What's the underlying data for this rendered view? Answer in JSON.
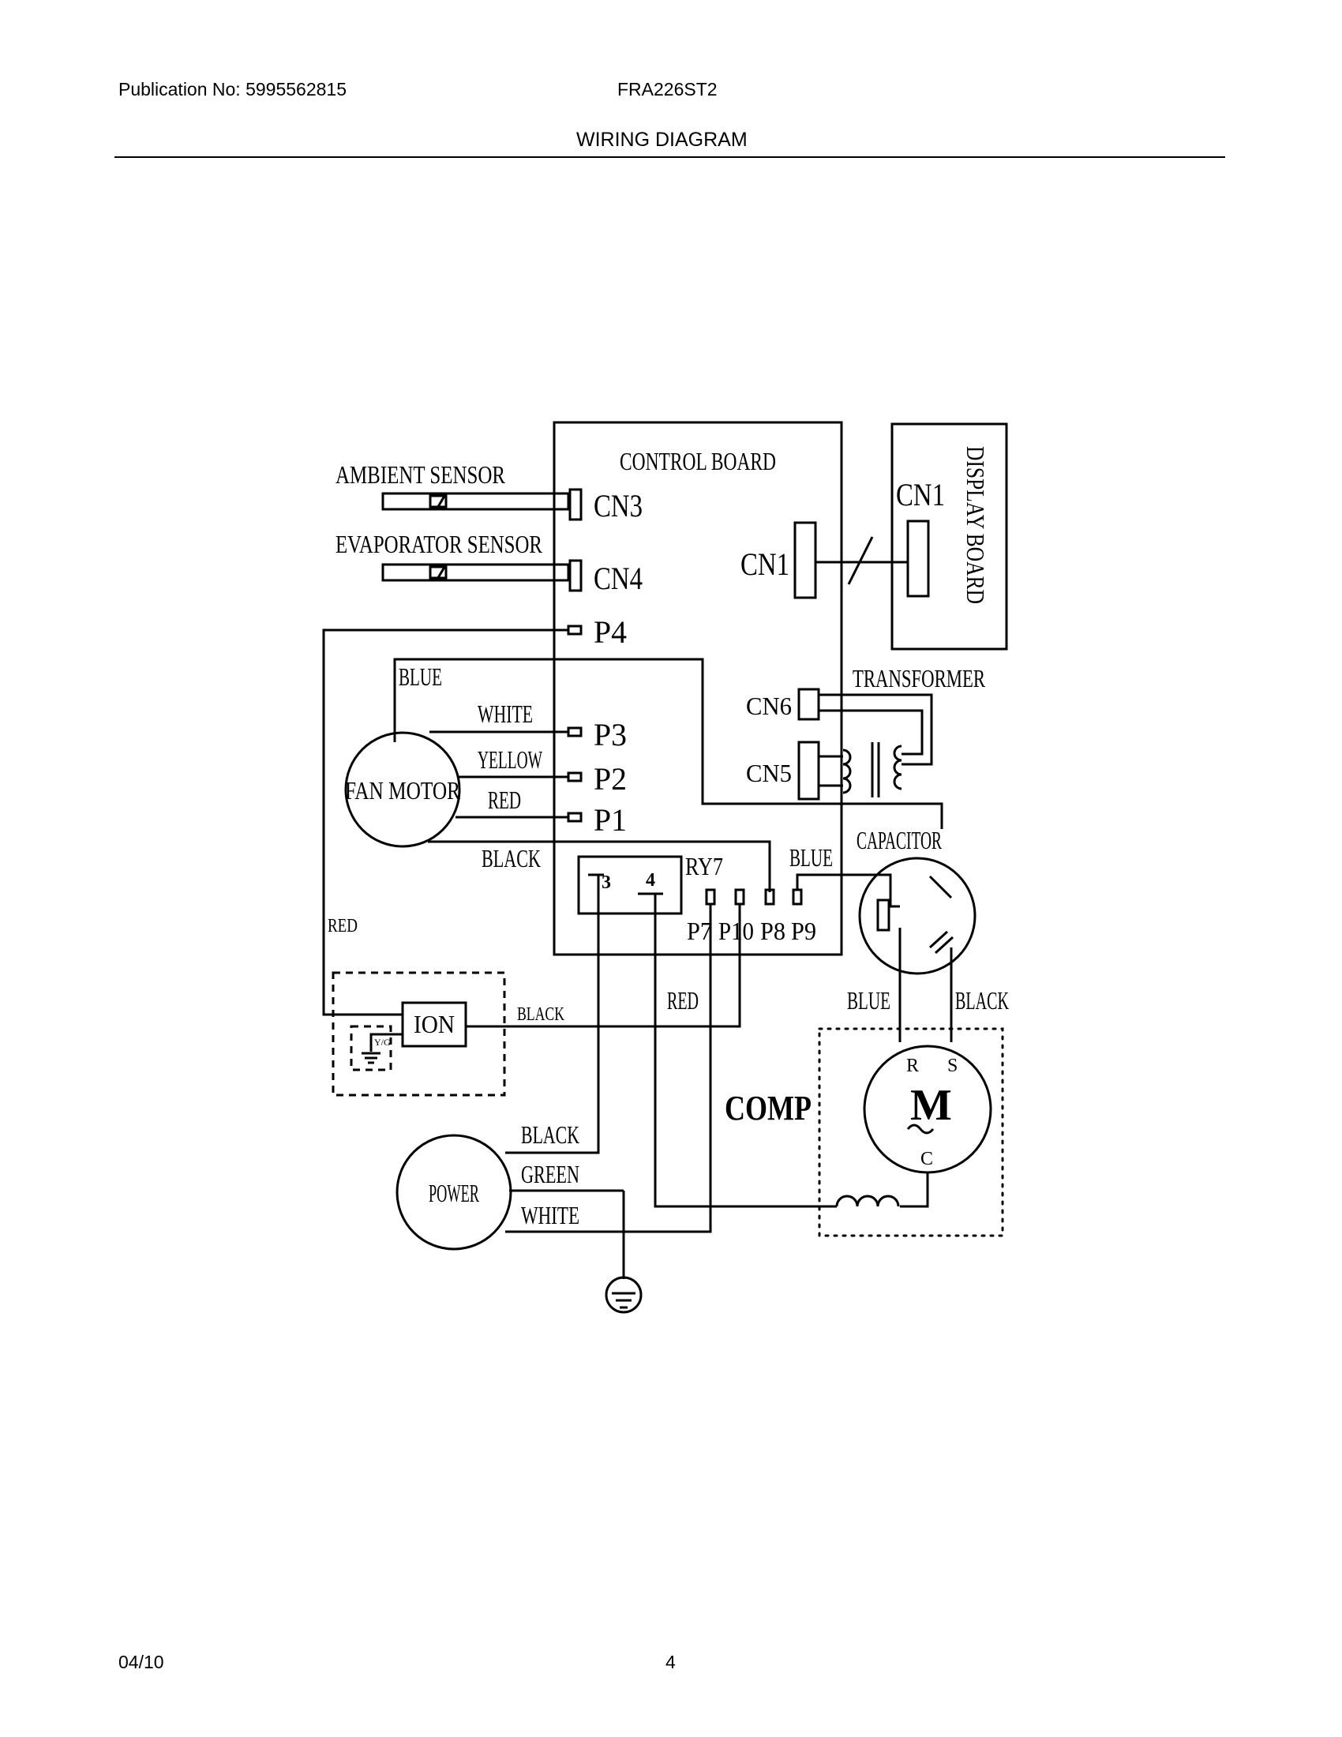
{
  "header": {
    "publication": "Publication No: 5995562815",
    "model": "FRA226ST2",
    "title": "WIRING DIAGRAM"
  },
  "footer": {
    "date": "04/10",
    "page": "4"
  },
  "diagram": {
    "control_board": "CONTROL BOARD",
    "display_board": "DISPLAY BOARD",
    "display_cn1": "CN1",
    "ambient_sensor": "AMBIENT SENSOR",
    "evaporator_sensor": "EVAPORATOR SENSOR",
    "cn3": "CN3",
    "cn4": "CN4",
    "cn1": "CN1",
    "cn6": "CN6",
    "cn5": "CN5",
    "p4": "P4",
    "p3": "P3",
    "p2": "P2",
    "p1": "P1",
    "transformer": "TRANSFORMER",
    "capacitor": "CAPACITOR",
    "fan_motor": "FAN MOTOR",
    "wire_blue_fan": "BLUE",
    "wire_white_fan": "WHITE",
    "wire_yellow_fan": "YELLOW",
    "wire_red_fan": "RED",
    "wire_black_fan": "BLACK",
    "wire_blue_p9": "BLUE",
    "ry7": "RY7",
    "relay_3": "3",
    "relay_4": "4",
    "p7": "P7",
    "p10": "P10",
    "p8": "P8",
    "p9": "P9",
    "wire_red_ion": "RED",
    "ion": "ION",
    "ion_yg": "Y/G",
    "wire_black_ion": "BLACK",
    "wire_red_comp": "RED",
    "wire_blue_comp": "BLUE",
    "wire_black_comp": "BLACK",
    "comp": "COMP",
    "motor_m": "M",
    "motor_r": "R",
    "motor_s": "S",
    "motor_c": "C",
    "power": "POWER",
    "wire_black_power": "BLACK",
    "wire_green_power": "GREEN",
    "wire_white_power": "WHITE"
  }
}
